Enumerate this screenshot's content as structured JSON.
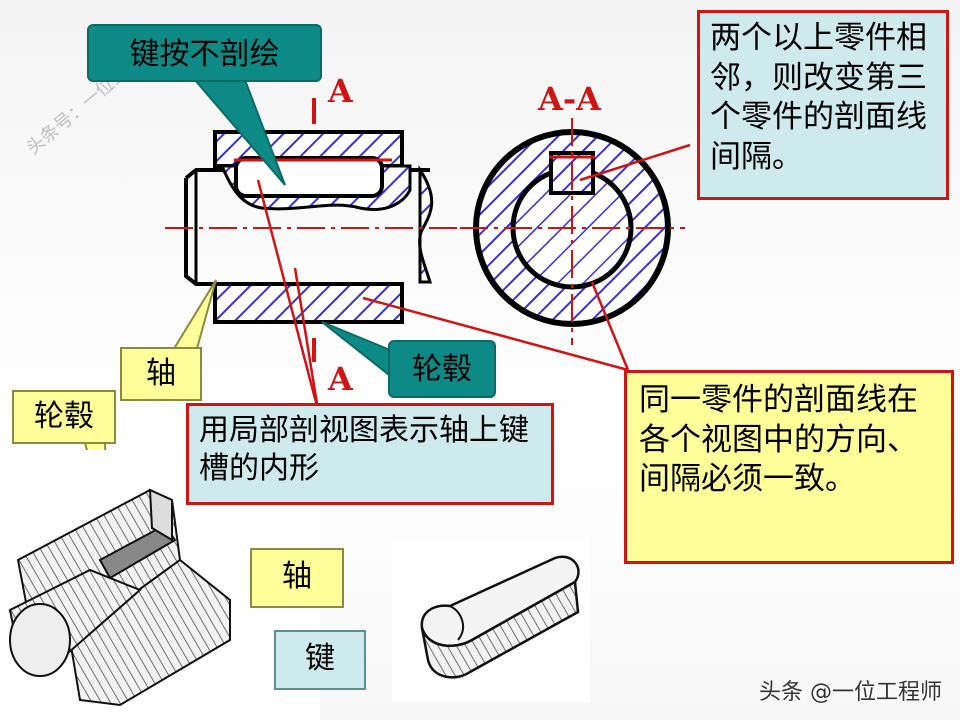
{
  "labels": {
    "key_no_section": "键按不剖绘",
    "section_A_top": "A",
    "section_A_bottom": "A",
    "section_AA": "A-A",
    "adjacent_parts_note": "两个以上零件相邻，则改变第三个零件的剖面线间隔。",
    "shaft": "轴",
    "hub": "轮毂",
    "partial_section_note": "用局部剖视图表示轴上键槽的内形",
    "same_part_note": "同一零件的剖面线在各个视图中的方向、间隔必须一致。",
    "hub_3d": "轮毂",
    "shaft_3d": "轴",
    "key_3d": "键"
  },
  "watermark": "头条号：一位工程师",
  "footer": "头条 @一位工程师",
  "colors": {
    "hatch": "#3b2fd6",
    "red": "#d01414",
    "teal": "#0e8a86",
    "yellow": "#ffff99",
    "cyan": "#cfeaec"
  }
}
